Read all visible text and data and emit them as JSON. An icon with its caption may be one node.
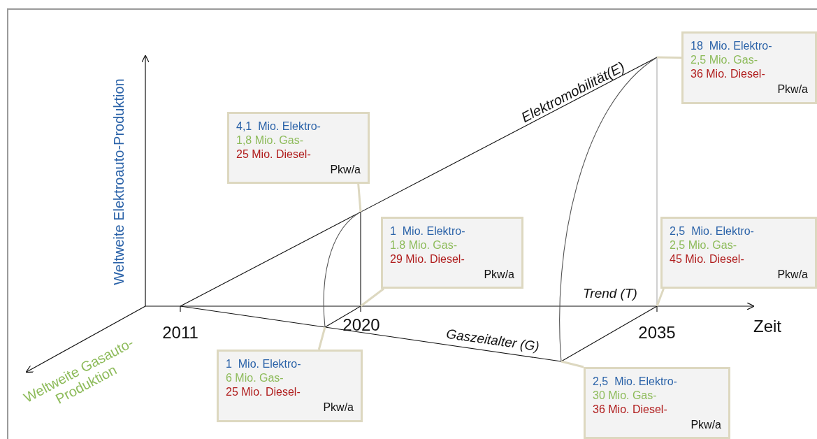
{
  "diagram": {
    "nodes": [
      {
        "text": [
          "18  Mio. Elektro-",
          "2,5 Mio. Gas-",
          "36 Mio. Diesel-",
          "Pkw/a"
        ]
      },
      {
        "text": [
          "4,1  Mio. Elektro-",
          "1,8 Mio. Gas-",
          "25 Mio. Diesel-",
          "Pkw/a"
        ]
      },
      {
        "text": [
          "1  Mio. Elektro-",
          "1.8 Mio. Gas-",
          "29 Mio. Diesel-",
          "Pkw/a"
        ]
      },
      {
        "text": [
          "2,5  Mio. Elektro-",
          "2,5 Mio. Gas-",
          "45 Mio. Diesel-",
          "Pkw/a"
        ]
      },
      {
        "text": [
          "1  Mio. Elektro-",
          "6 Mio. Gas-",
          "25 Mio. Diesel-",
          "Pkw/a"
        ]
      },
      {
        "text": [
          "2,5  Mio. Elektro-",
          "30 Mio. Gas-",
          "36 Mio. Diesel-",
          "Pkw/a"
        ]
      }
    ],
    "edges": [
      {
        "from": 0,
        "to": null,
        "arrow": "none"
      },
      {
        "from": 1,
        "to": null,
        "arrow": "none"
      },
      {
        "from": 2,
        "to": null,
        "arrow": "none"
      },
      {
        "from": 3,
        "to": null,
        "arrow": "none"
      },
      {
        "from": 4,
        "to": null,
        "arrow": "none"
      },
      {
        "from": 5,
        "to": null,
        "arrow": "none"
      }
    ],
    "labels": [
      "Weltweite Elektroauto-Produktion",
      "Elektromobilität(E)",
      "Trend (T)",
      "2011",
      "2020",
      "Gaszeitalter (G)",
      "2035",
      "Zeit",
      "Weltweite Gasauto- Produktion"
    ]
  }
}
